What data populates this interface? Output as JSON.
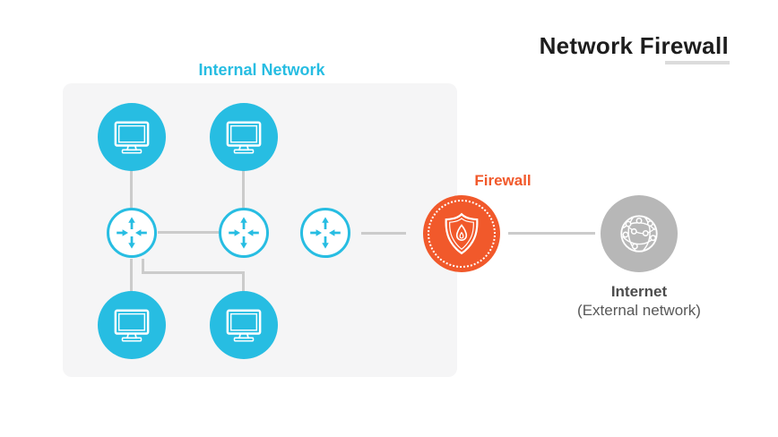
{
  "title": {
    "text": "Network Firewall"
  },
  "internal_network": {
    "label": "Internal Network",
    "computers": 4,
    "routers": 3
  },
  "firewall": {
    "label": "Firewall"
  },
  "internet": {
    "label": "Internet",
    "sublabel": "(External network)"
  },
  "icons": {
    "computer": "monitor-icon",
    "router": "router-arrows-icon",
    "firewall": "shield-flame-icon",
    "internet": "network-globe-icon"
  },
  "colors": {
    "cyan": "#27bde2",
    "orange": "#f1592b",
    "globe_gray": "#b7b7b7",
    "panel_bg": "#f5f5f6",
    "connector_line": "#cbcbcb",
    "title_text": "#1d1d1d",
    "internet_text": "#4c4c4c",
    "title_underline": "#dcdcdc"
  }
}
